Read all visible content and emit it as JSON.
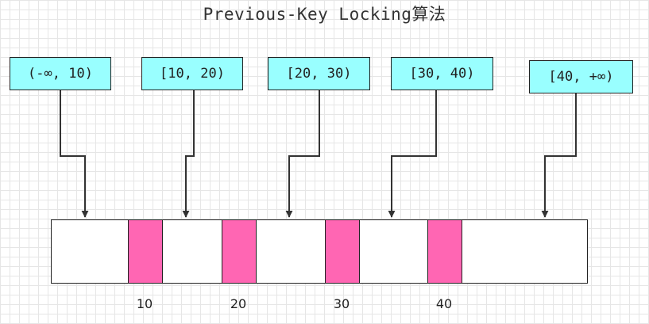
{
  "title": "Previous-Key Locking算法",
  "ranges": [
    "(-∞, 10)",
    "[10, 20)",
    "[20, 30)",
    "[30, 40)",
    "[40, +∞)"
  ],
  "keys": [
    "10",
    "20",
    "30",
    "40"
  ],
  "colors": {
    "range_fill": "#99ffff",
    "key_fill": "#ff66b3",
    "stroke": "#222222"
  }
}
